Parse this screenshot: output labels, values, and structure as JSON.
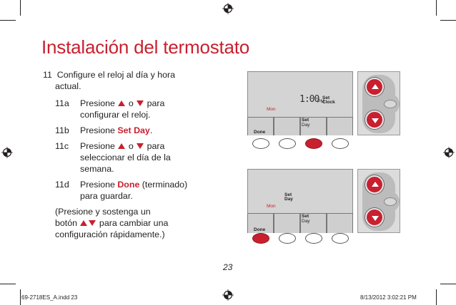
{
  "title": "Instalación del termostato",
  "steps": {
    "s11_num": "11",
    "s11_line1": "Configure el reloj al día y hora",
    "s11_line2": "actual.",
    "s11a_num": "11a",
    "s11a_pre": "Presione",
    "s11a_o": "o",
    "s11a_post": "para",
    "s11a_line2": "configurar el reloj.",
    "s11b_num": "11b",
    "s11b_pre": "Presione",
    "s11b_key": "Set Day",
    "s11b_post": ".",
    "s11c_num": "11c",
    "s11c_pre": "Presione",
    "s11c_o": "o",
    "s11c_post": "para",
    "s11c_line2": "seleccionar el día de la",
    "s11c_line3": "semana.",
    "s11d_num": "11d",
    "s11d_pre": "Presione",
    "s11d_key": "Done",
    "s11d_post": "(terminado)",
    "s11d_line2": "para guardar.",
    "note_line1": "(Presione y sostenga un",
    "note_pre": "botón",
    "note_post": "para cambiar una",
    "note_line3": "configuración rápidamente.)"
  },
  "device1": {
    "digits": "1:00",
    "ampm": "PM",
    "set_clock_line1": "Set",
    "set_clock_line2": "Clock",
    "day": "Mon",
    "key_done": "Done",
    "key_set_line1": "Set",
    "key_set_line2": "Day",
    "active_button": 3
  },
  "device2": {
    "set_day_line1": "Set",
    "set_day_line2": "Day",
    "day": "Mon",
    "key_done": "Done",
    "key_set_line1": "Set",
    "key_set_line2": "Day",
    "active_button": 1
  },
  "page_number": "23",
  "footer": {
    "left": "69-2718ES_A.indd   23",
    "right": "8/13/2012   3:02:21 PM"
  },
  "colors": {
    "accent": "#c8202f",
    "text": "#231f20",
    "screen": "#d4d4d4"
  }
}
